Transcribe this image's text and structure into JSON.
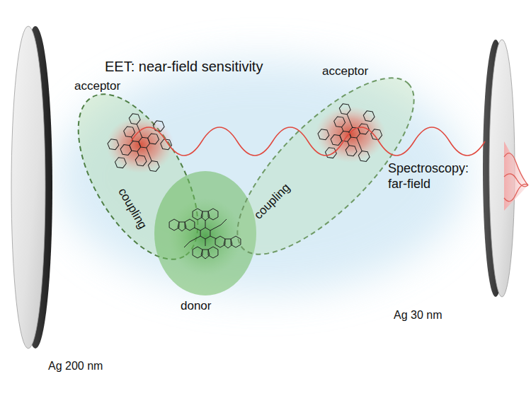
{
  "diagram": {
    "nodes": [
      {
        "text": [
          "acceptor"
        ]
      },
      {
        "text": [
          "donor"
        ]
      },
      {
        "text": [
          "acceptor"
        ]
      }
    ],
    "labels": [
      "EET: near-field sensitivity",
      "coupling",
      "coupling",
      "Spectroscopy: far-field",
      "Ag 200 nm",
      "Ag 30 nm"
    ]
  }
}
